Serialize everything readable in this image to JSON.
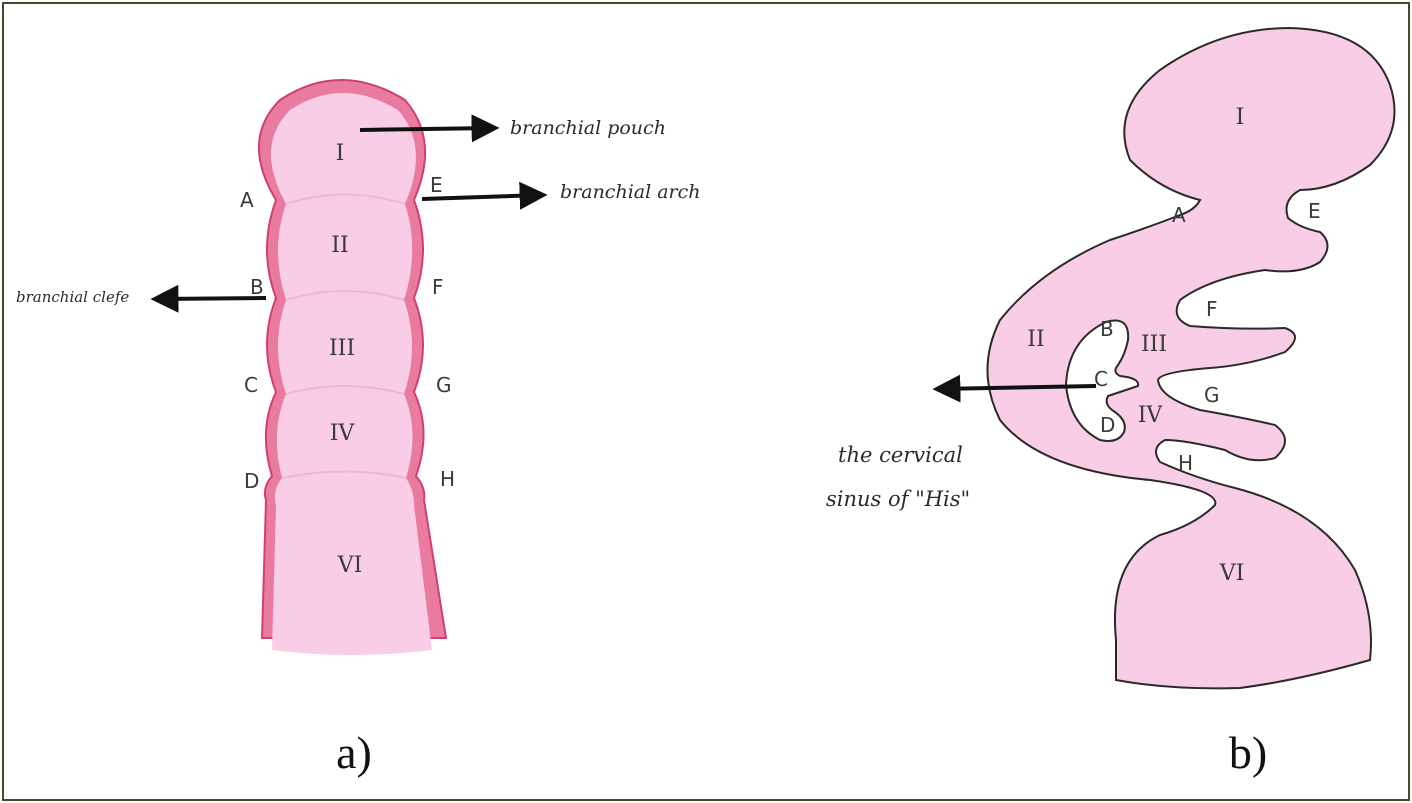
{
  "colors": {
    "tissue_fill": "#f9cde6",
    "tissue_fill_inner": "#fbd6ec",
    "outline_dark": "#2a2a2a",
    "wall_stroke": "#e0557e",
    "frame_border": "#4a4430",
    "arrow": "#111111"
  },
  "panel_a": {
    "caption": "a)",
    "pouch_labels": [
      "I",
      "II",
      "III",
      "IV",
      "VI"
    ],
    "cleft_labels_left": [
      "A",
      "B",
      "C",
      "D"
    ],
    "cleft_labels_right": [
      "E",
      "F",
      "G",
      "H"
    ],
    "annotations": {
      "pouch": "branchial pouch",
      "arch": "branchial arch",
      "cleft": "branchial clefe"
    }
  },
  "panel_b": {
    "caption": "b)",
    "region_labels": [
      "I",
      "II",
      "III",
      "IV",
      "VI"
    ],
    "letters": [
      "A",
      "B",
      "C",
      "D",
      "E",
      "F",
      "G",
      "H"
    ],
    "annotation_line1": "the cervical",
    "annotation_line2": "sinus of \"His\""
  }
}
